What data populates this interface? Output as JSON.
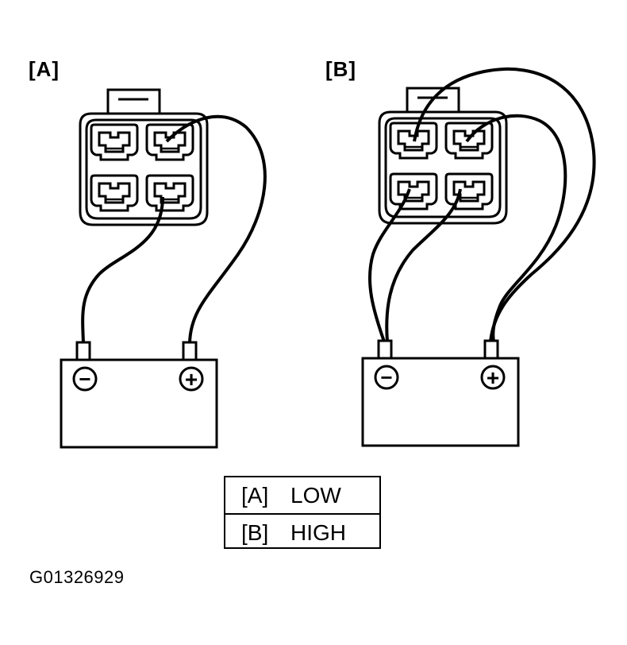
{
  "panels": {
    "a": {
      "label": "[A]"
    },
    "b": {
      "label": "[B]"
    }
  },
  "battery": {
    "negative_symbol": "−",
    "positive_symbol": "+"
  },
  "legend": {
    "rows": [
      {
        "key": "[A]",
        "value": "LOW"
      },
      {
        "key": "[B]",
        "value": "HIGH"
      }
    ]
  },
  "figure_id": "G01326929",
  "colors": {
    "ink": "#000000",
    "paper": "#ffffff"
  }
}
